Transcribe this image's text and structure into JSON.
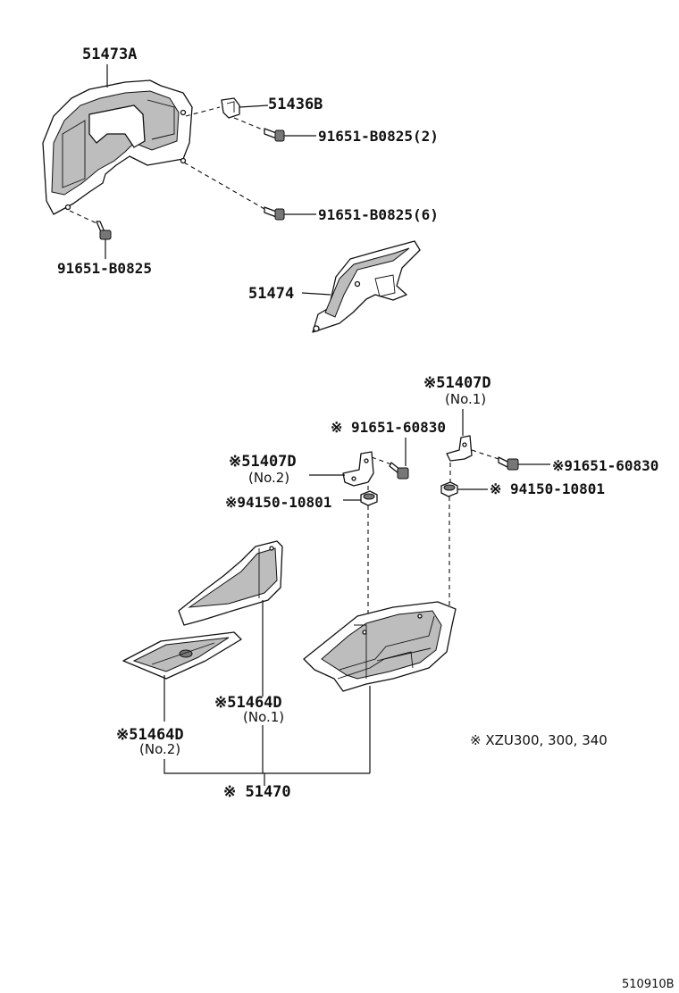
{
  "parts": {
    "p51473A": "51473A",
    "p51436B": "51436B",
    "bolt_top": "91651-B0825(2)",
    "bolt_mid": "91651-B0825(6)",
    "bolt_left": "91651-B0825",
    "p51474": "51474",
    "p51407D_no1": "※51407D",
    "p51407D_no1_sub": "(No.1)",
    "bolt_60830_a": "※ 91651-60830",
    "bolt_60830_b": "※91651-60830",
    "p51407D_no2": "※51407D",
    "p51407D_no2_sub": "(No.2)",
    "clip_a": "※94150-10801",
    "clip_b": "※ 94150-10801",
    "p51464D_no1": "※51464D",
    "p51464D_no1_sub": "(No.1)",
    "p51464D_no2": "※51464D",
    "p51464D_no2_sub": "(No.2)",
    "p51470": "※ 51470"
  },
  "note": "※ XZU300, 300, 340",
  "diagram_code": "510910B"
}
